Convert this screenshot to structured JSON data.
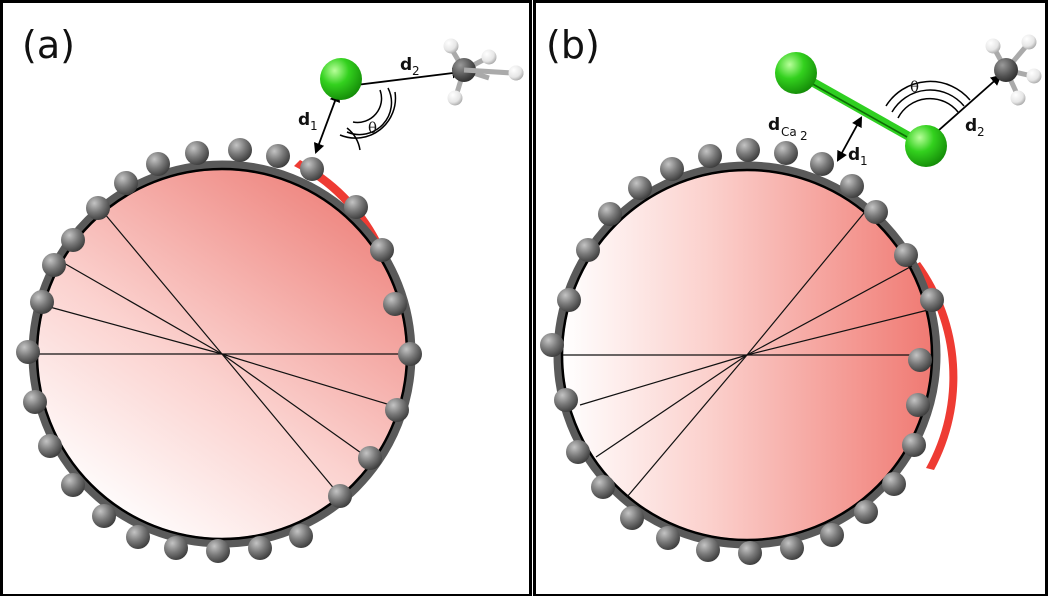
{
  "panel_a": {
    "label": "(a)",
    "d1_symbol": "d",
    "d1_sub": "1",
    "d2_symbol": "d",
    "d2_sub": "2",
    "theta": "θ"
  },
  "panel_b": {
    "label": "(b)",
    "dca_symbol": "d",
    "dca_sub": "Ca",
    "dca_sub2": "2",
    "d1_symbol": "d",
    "d1_sub": "1",
    "d2_symbol": "d",
    "d2_sub": "2",
    "theta": "θ"
  },
  "colors": {
    "frame": "#000000",
    "ring_atom": "#6e6e6e",
    "calcium": "#2fcf21",
    "bond_green": "#3fd72a",
    "hydrogen": "#f4f4f4",
    "carbon": "#555555",
    "gradient_hot": "#ee3b33"
  }
}
